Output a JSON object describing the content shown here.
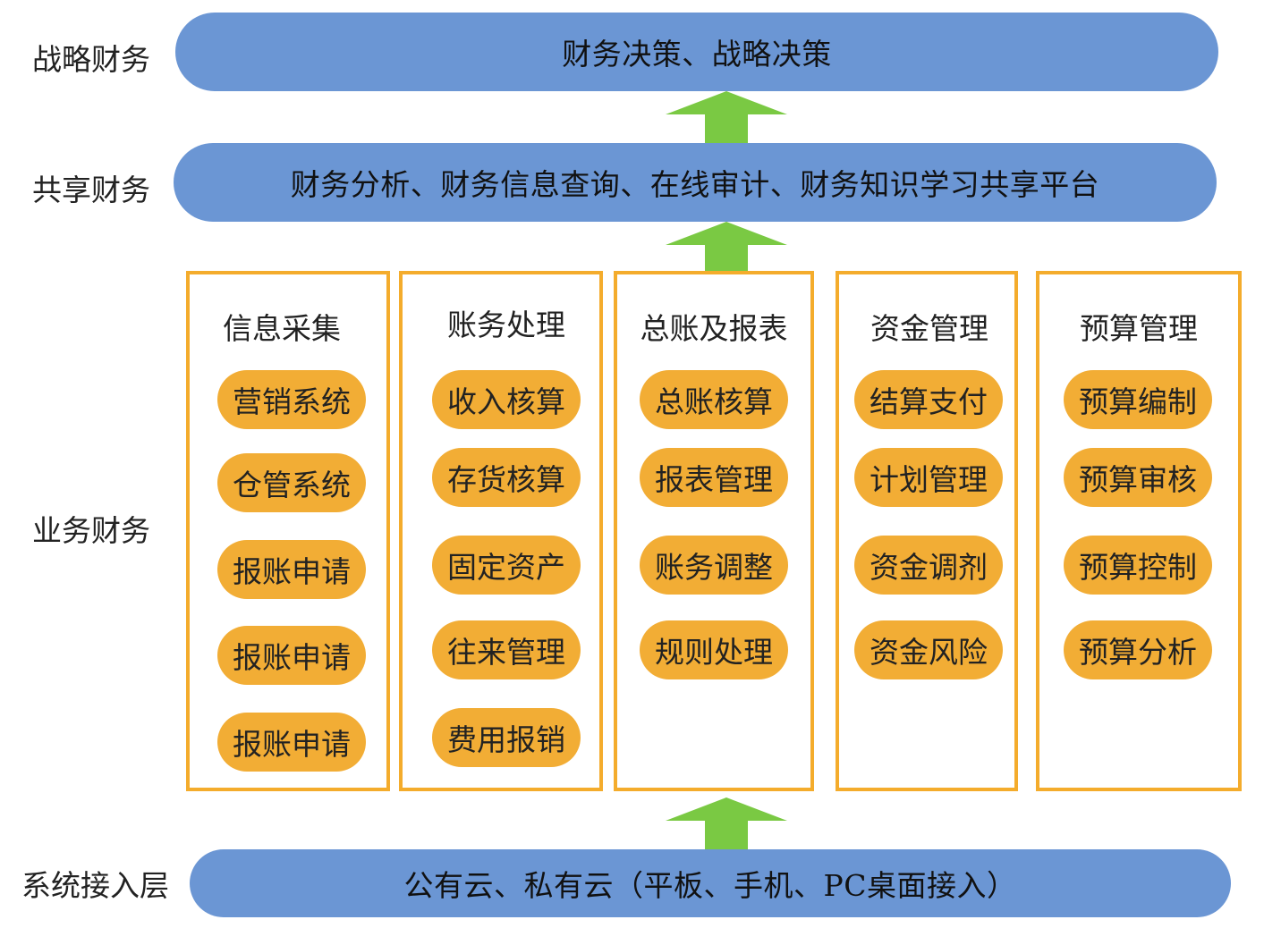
{
  "layers": {
    "strategic": {
      "label": "战略财务",
      "band": "财务决策、战略决策"
    },
    "shared": {
      "label": "共享财务",
      "band": "财务分析、财务信息查询、在线审计、财务知识学习共享平台"
    },
    "business": {
      "label": "业务财务"
    },
    "access": {
      "label": "系统接入层",
      "band": "公有云、私有云（平板、手机、PC桌面接入）"
    }
  },
  "modules": [
    {
      "title": "信息采集",
      "items": [
        "营销系统",
        "仓管系统",
        "报账申请",
        "报账申请",
        "报账申请"
      ]
    },
    {
      "title": "账务处理",
      "items": [
        "收入核算",
        "存货核算",
        "固定资产",
        "往来管理",
        "费用报销"
      ]
    },
    {
      "title": "总账及报表",
      "items": [
        "总账核算",
        "报表管理",
        "账务调整",
        "规则处理"
      ]
    },
    {
      "title": "资金管理",
      "items": [
        "结算支付",
        "计划管理",
        "资金调剂",
        "资金风险"
      ]
    },
    {
      "title": "预算管理",
      "items": [
        "预算编制",
        "预算审核",
        "预算控制",
        "预算分析"
      ]
    }
  ],
  "colors": {
    "band": "#6b96d4",
    "pill": "#f2ad35",
    "module_border": "#f4ac2c",
    "arrow": "#7ac943"
  }
}
